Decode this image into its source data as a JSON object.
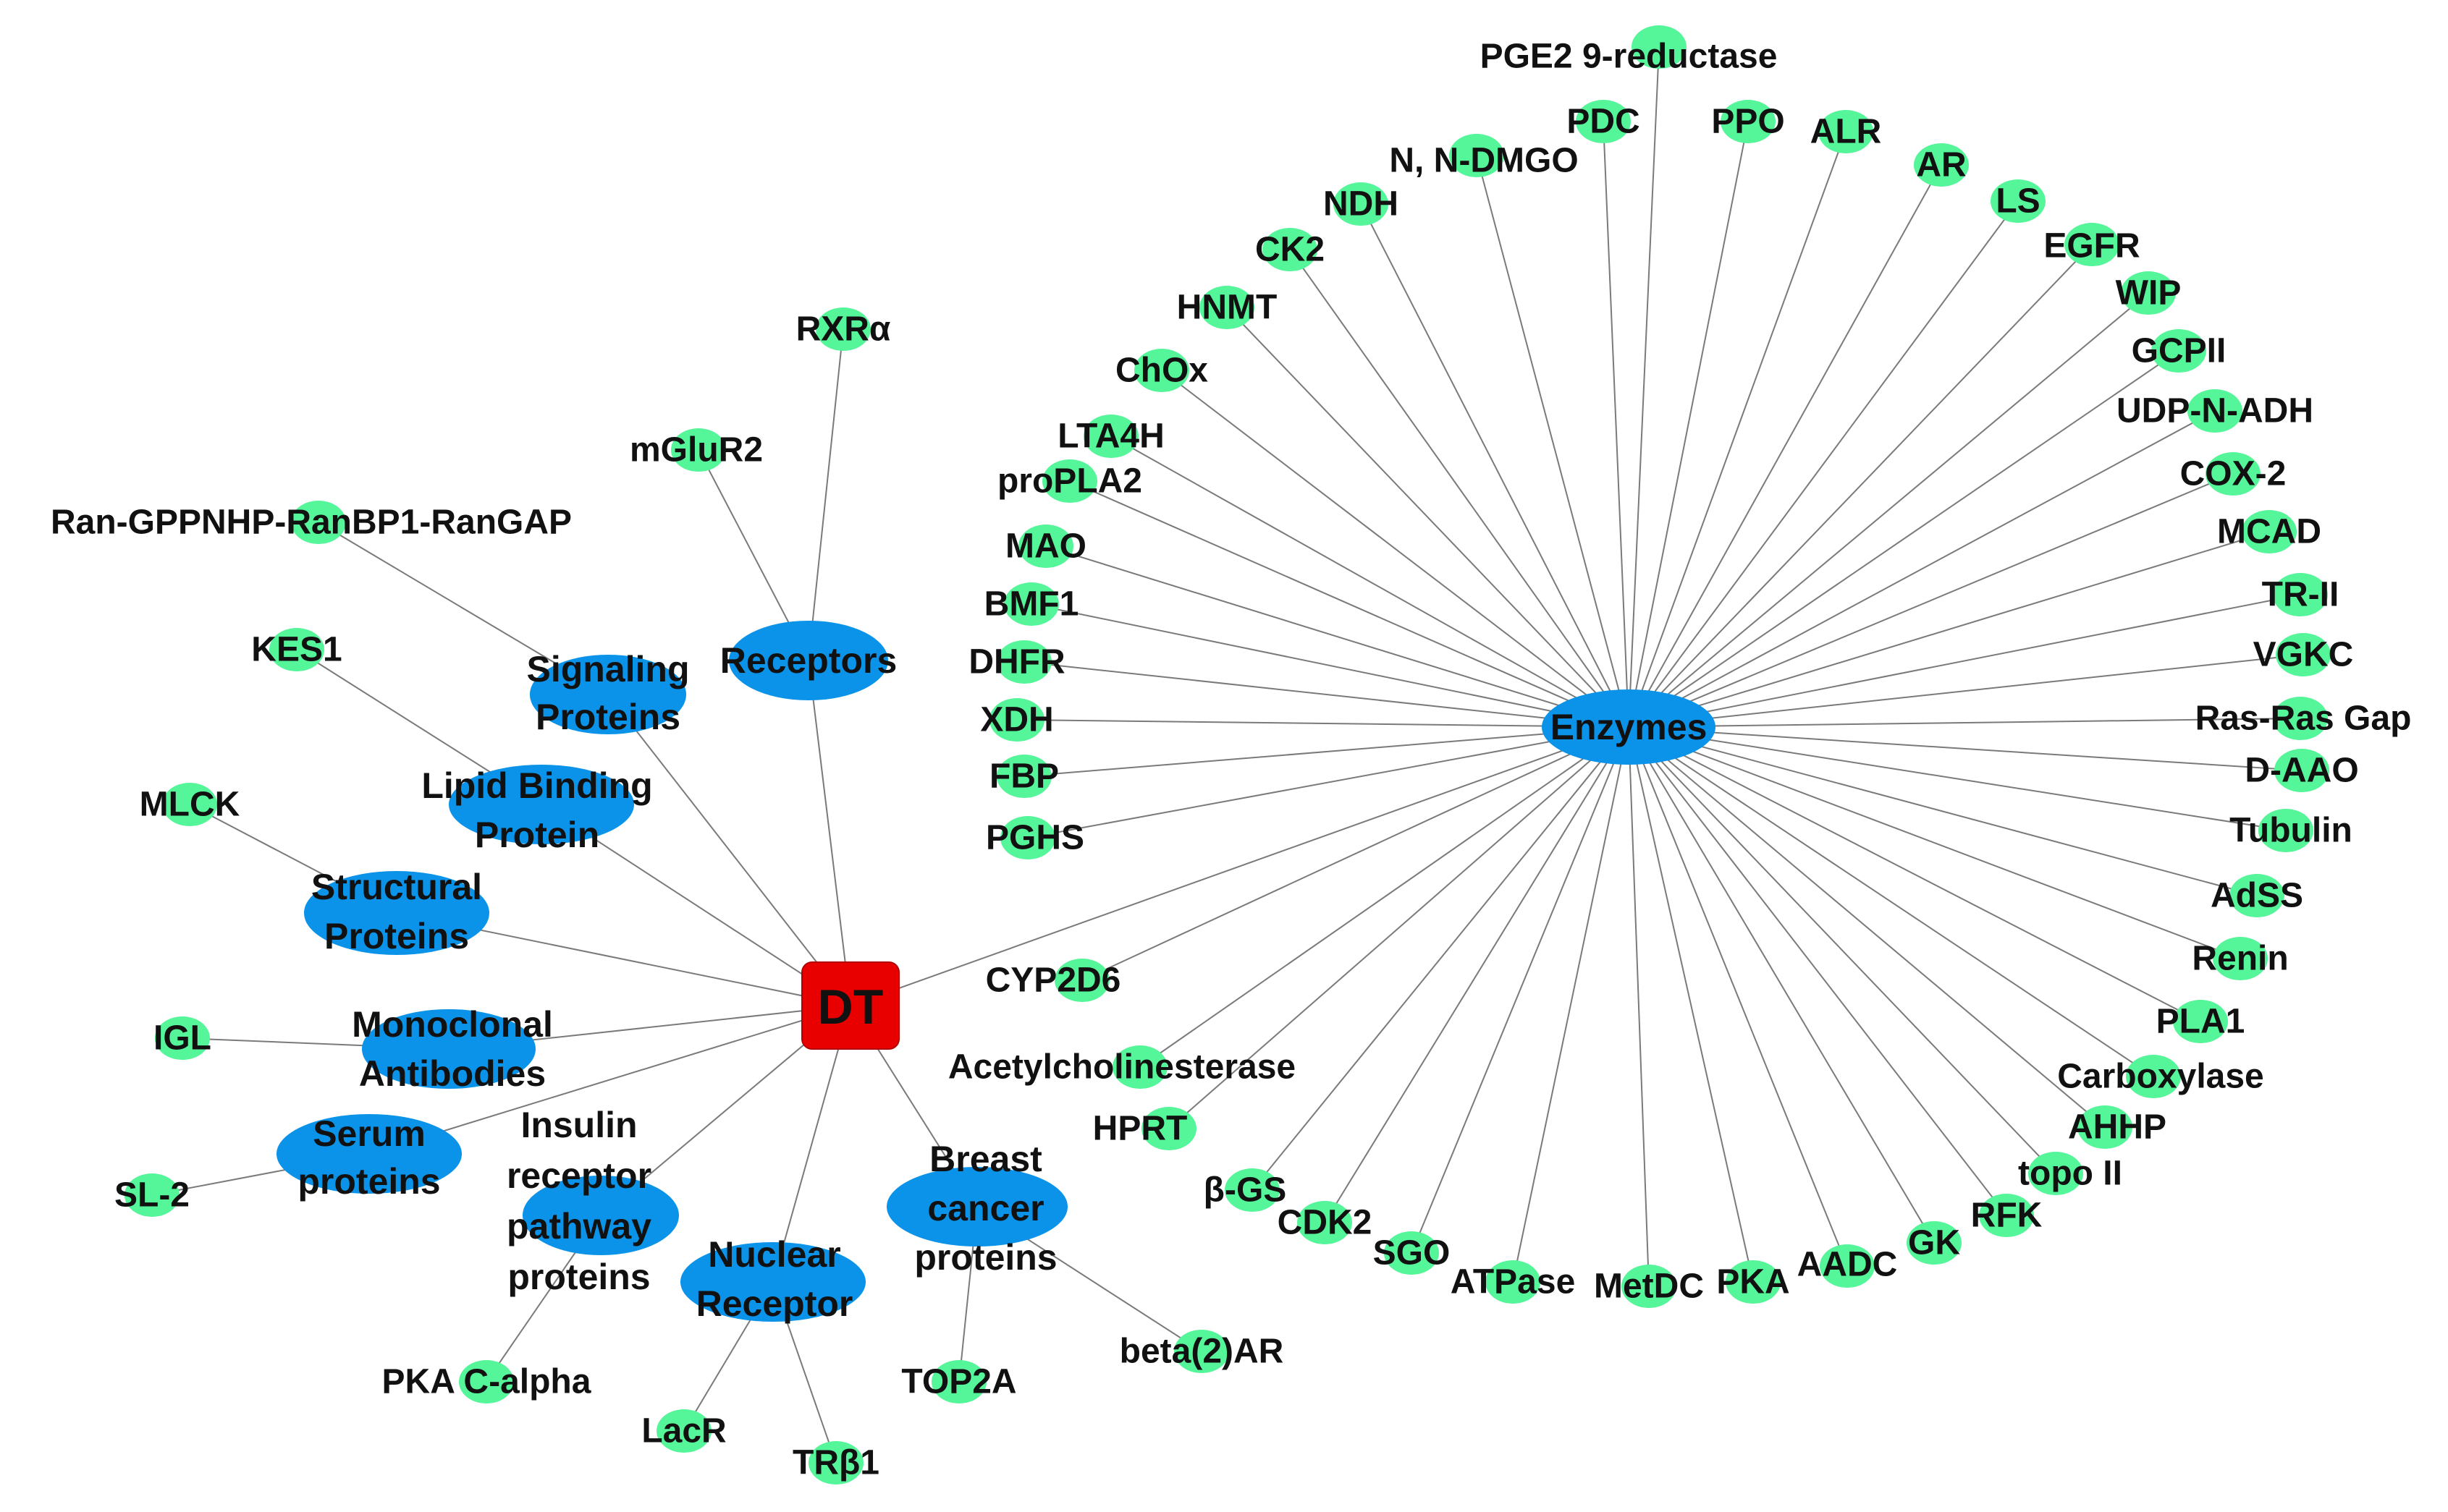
{
  "center": "DT",
  "colors": {
    "leaf": "#55f59a",
    "category": "#0a93e8",
    "center": "#e80000",
    "edge": "#7a7a7a"
  },
  "categories": {
    "enzymes": "Enzymes",
    "receptors": "Receptors",
    "signaling": [
      "Signaling",
      "Proteins"
    ],
    "lipid": [
      "Lipid Binding",
      "Protein"
    ],
    "structural": [
      "Structural",
      "Proteins"
    ],
    "monoclonal": [
      "Monoclonal",
      "Antibodies"
    ],
    "serum": [
      "Serum",
      "proteins"
    ],
    "insulin": [
      "Insulin",
      "receptor",
      "pathway",
      "proteins"
    ],
    "nuclear": [
      "Nuclear",
      "Receptor"
    ],
    "breast": [
      "Breast",
      "cancer",
      "proteins"
    ]
  },
  "enzyme_targets": [
    "PGE2 9-reductase",
    "PDC",
    "PPO",
    "ALR",
    "AR",
    "LS",
    "EGFR",
    "WIP",
    "GCPII",
    "UDP-N-ADH",
    "COX-2",
    "MCAD",
    "TR-II",
    "VGKC",
    "Ras-Ras Gap",
    "D-AAO",
    "Tubulin",
    "AdSS",
    "Renin",
    "PLA1",
    "Carboxylase",
    "AHHP",
    "topo II",
    "RFK",
    "GK",
    "AADC",
    "PKA",
    "MetDC",
    "ATPase",
    "SGO",
    "CDK2",
    "β-GS",
    "HPRT",
    "Acetylcholinesterase",
    "CYP2D6",
    "PGHS",
    "FBP",
    "XDH",
    "DHFR",
    "BMF1",
    "MAO",
    "proPLA2",
    "LTA4H",
    "ChOx",
    "HNMT",
    "CK2",
    "NDH",
    "N, N-DMGO"
  ],
  "other_targets": {
    "receptors": [
      "RXRα",
      "mGluR2"
    ],
    "signaling": [
      "Ran-GPPNHP-RanBP1-RanGAP"
    ],
    "lipid": [
      "KES1"
    ],
    "structural": [
      "MLCK"
    ],
    "monoclonal": [
      "IGL"
    ],
    "serum": [
      "SL-2"
    ],
    "insulin": [
      "PKA C-alpha"
    ],
    "nuclear": [
      "LacR",
      "TRβ1"
    ],
    "breast": [
      "TOP2A",
      "beta(2)AR"
    ]
  }
}
